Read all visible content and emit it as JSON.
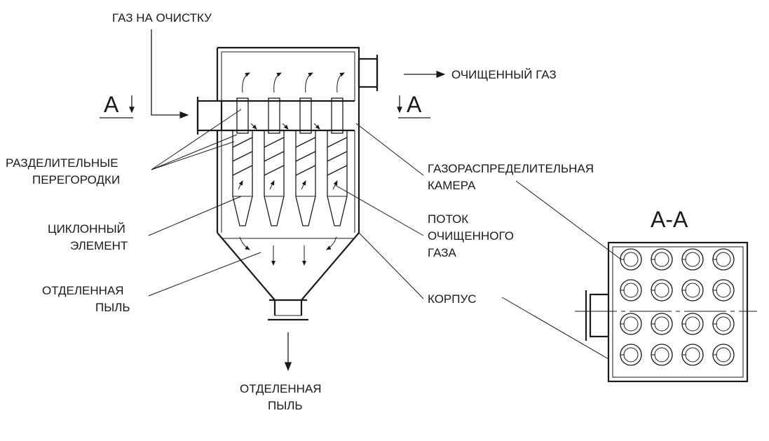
{
  "labels": {
    "gas_in": "ГАЗ НА ОЧИСТКУ",
    "gas_out": "ОЧИЩЕННЫЙ ГАЗ",
    "section_left": "A",
    "section_right": "A",
    "partitions_1": "РАЗДЕЛИТЕЛЬНЫЕ",
    "partitions_2": "ПЕРЕГОРОДКИ",
    "cyclone_1": "ЦИКЛОННЫЙ",
    "cyclone_2": "ЭЛЕМЕНТ",
    "dust_1": "ОТДЕЛЕННАЯ",
    "dust_2": "ПЫЛЬ",
    "chamber_1": "ГАЗОРАСПРЕДЕЛИТЕЛЬНАЯ",
    "chamber_2": "КАМЕРА",
    "flow_1": "ПОТОК",
    "flow_2": "ОЧИЩЕННОГО",
    "flow_3": "ГАЗА",
    "housing": "КОРПУС",
    "bottom_dust_1": "ОТДЕЛЕННАЯ",
    "bottom_dust_2": "ПЫЛЬ",
    "section_view_title": "А-А"
  },
  "section_view": {
    "rows": 4,
    "cols": 4
  },
  "cyclones": {
    "count": 4
  }
}
